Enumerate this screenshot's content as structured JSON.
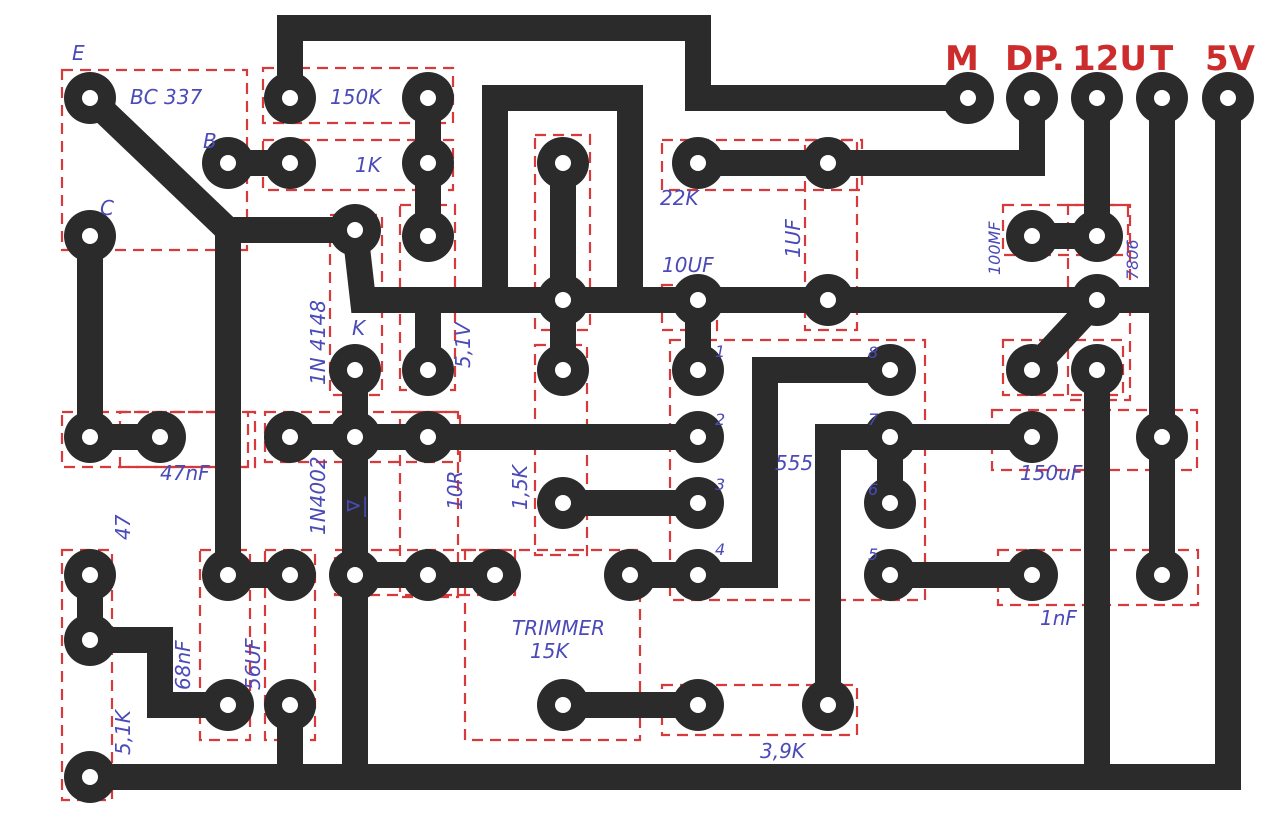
{
  "terminals": [
    "M",
    "DP.",
    "12U",
    "T",
    "5V"
  ],
  "labels": {
    "emitter": "E",
    "base": "B",
    "collector": "C",
    "transistor": "BC 337",
    "r_top": "150K",
    "r_1k": "1K",
    "r_22k": "22K",
    "c_1uf": "1UF",
    "c_10uf": "10UF",
    "c_100mf": "100MF",
    "diode_1n4148": "1N 4148",
    "diode_k": "K",
    "diode_1n4002": "1N4002",
    "diode_symbol": "⊳|",
    "zener": "5,1V",
    "c_47nf": "47nF",
    "r_10r": "10R",
    "r_15k": "1,5K",
    "ic": "555",
    "c_150uf": "150uF",
    "r_47": "47",
    "c_68nf": "68nF",
    "c_56uf": "56UF",
    "trimmer": "TRIMMER",
    "trimmer_value": "15K",
    "r_5k1": "5,1K",
    "r_3k9": "3,9K",
    "c_1nf": "1nF",
    "reg_7806": "7806",
    "pin1": "1",
    "pin2": "2",
    "pin3": "3",
    "pin4": "4",
    "pin5": "5",
    "pin6": "6",
    "pin7": "7",
    "pin8": "8"
  },
  "colors": {
    "copper": "#2b2b2b",
    "outline": "#d63a3a",
    "annotation": "#4a4ab8",
    "terminal_text": "#cc2c2c"
  }
}
